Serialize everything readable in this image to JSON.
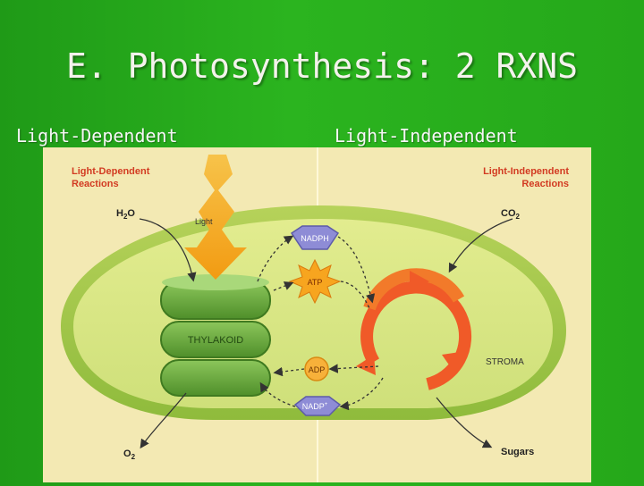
{
  "slide": {
    "title": "E. Photosynthesis: 2 RXNS",
    "left_heading": "Light-Dependent",
    "right_heading": "Light-Independent"
  },
  "diagram": {
    "left_title_line1": "Light-Dependent",
    "left_title_line2": "Reactions",
    "right_title_line1": "Light-Independent",
    "right_title_line2": "Reactions",
    "input_left": "H",
    "input_left_sub": "2",
    "input_left_tail": "O",
    "input_right": "CO",
    "input_right_sub": "2",
    "light_label": "Light",
    "nadph_label": "NADPH",
    "atp_label": "ATP",
    "adp_label": "ADP",
    "nadp_label": "NADP",
    "nadp_sup": "+",
    "thylakoid_label": "THYLAKOID",
    "stroma_label": "STROMA",
    "output_left": "O",
    "output_left_sub": "2",
    "output_right": "Sugars"
  },
  "colors": {
    "background_green": "#27ab1c",
    "title_red": "#d23b22",
    "thylakoid_green": "#6ba53a",
    "cycle_orange": "#f05a28",
    "light_arrow": "#f5a21e"
  }
}
